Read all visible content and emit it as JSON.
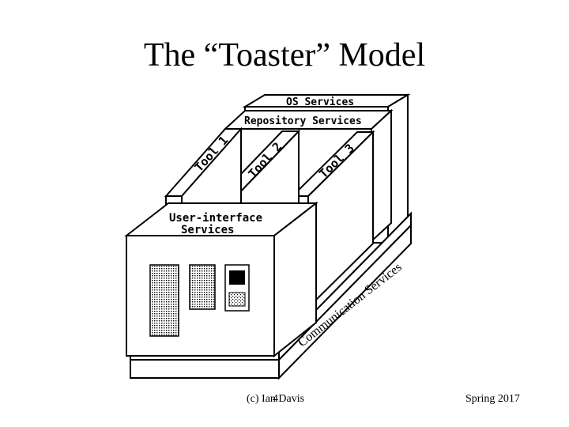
{
  "title": "The “Toaster” Model",
  "diagram": {
    "os_services": "OS Services",
    "repository_services": "Repository Services",
    "tool1": "Tool 1",
    "tool2": "Tool 2",
    "tool3": "Tool 3",
    "ui_services_line1": "User-interface",
    "ui_services_line2": "Services",
    "communication_services": "Communication Services"
  },
  "footer": {
    "author": "(c) Ian Davis",
    "page": "4",
    "term": "Spring 2017"
  }
}
